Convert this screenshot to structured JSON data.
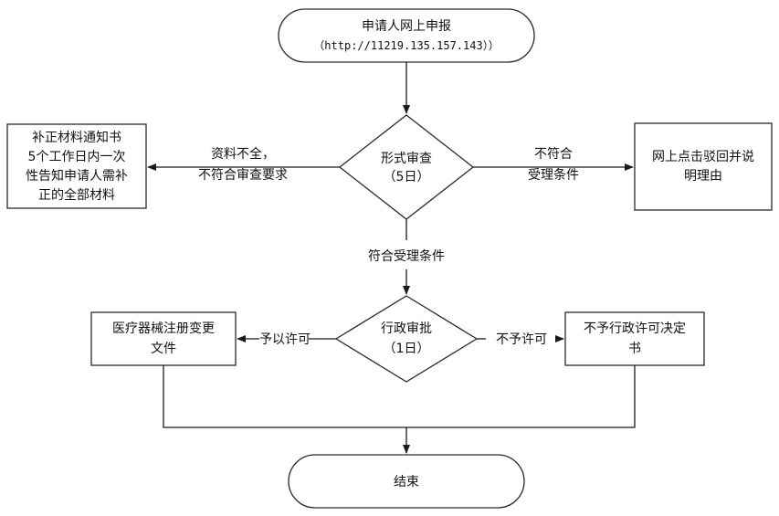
{
  "nodes": {
    "start": {
      "line1": "申请人网上申报",
      "line2": "（http://11219.135.157.143））"
    },
    "formal_review": {
      "line1": "形式审查",
      "line2": "（5日）"
    },
    "supplement_notice": {
      "line1": "补正材料通知书",
      "line2": "5个工作日内一次",
      "line3": "性告知申请人需补",
      "line4": "正的全部材料"
    },
    "reject_online": {
      "line1": "网上点击驳回并说",
      "line2": "明理由"
    },
    "admin_approval": {
      "line1": "行政审批",
      "line2": "（1日）"
    },
    "change_doc": {
      "line1": "医疗器械注册变更",
      "line2": "文件"
    },
    "deny_decision": {
      "line1": "不予行政许可决定",
      "line2": "书"
    },
    "end": {
      "label": "结束"
    }
  },
  "edges": {
    "incomplete": {
      "line1": "资料不全，",
      "line2": "不符合审查要求"
    },
    "not_eligible": {
      "line1": "不符合",
      "line2": "受理条件"
    },
    "eligible": {
      "label": "符合受理条件"
    },
    "grant": {
      "label": "予以许可"
    },
    "deny": {
      "label": "不予许可"
    }
  },
  "colors": {
    "stroke": "#2a2a2a",
    "text": "#111111",
    "background": "#ffffff"
  }
}
